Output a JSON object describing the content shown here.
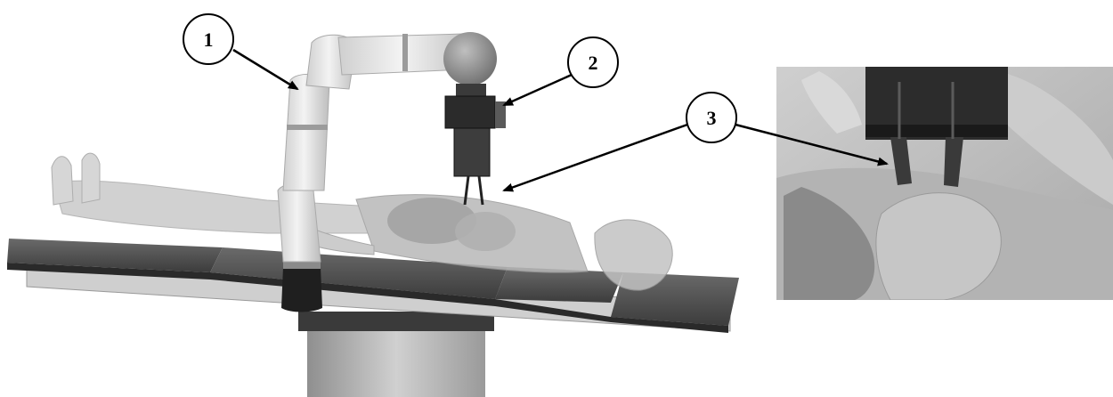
{
  "figure": {
    "callouts": [
      {
        "id": "callout-1",
        "label": "1"
      },
      {
        "id": "callout-2",
        "label": "2"
      },
      {
        "id": "callout-3",
        "label": "3"
      }
    ],
    "colors": {
      "background": "#ffffff",
      "outline": "#000000",
      "table_dark": "#4a4a4a",
      "table_light": "#d9d9d9",
      "arm": "#e6e6e6",
      "skin": "#bdbdbd"
    }
  }
}
